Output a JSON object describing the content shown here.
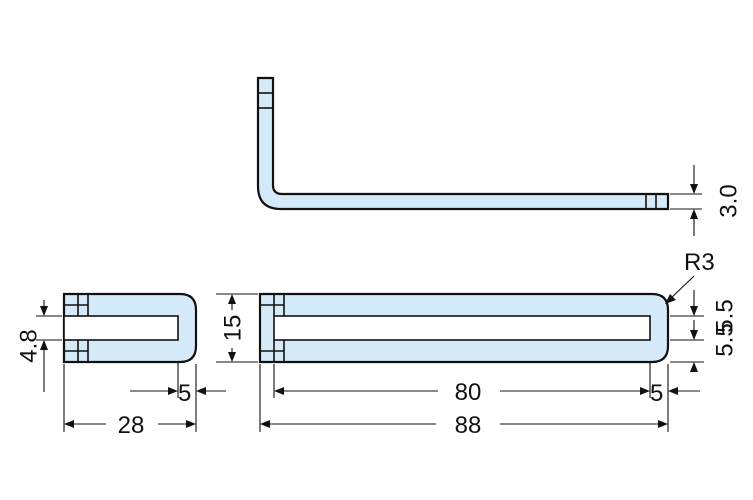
{
  "dimensions": {
    "thickness": "3.0",
    "radius": "R3",
    "offset_top": "5.5",
    "offset_bottom": "5.5",
    "height": "15",
    "slot_width": "4.8",
    "end_left": "5",
    "end_right": "5",
    "width_small": "28",
    "slot_length": "80",
    "overall_length": "88"
  }
}
